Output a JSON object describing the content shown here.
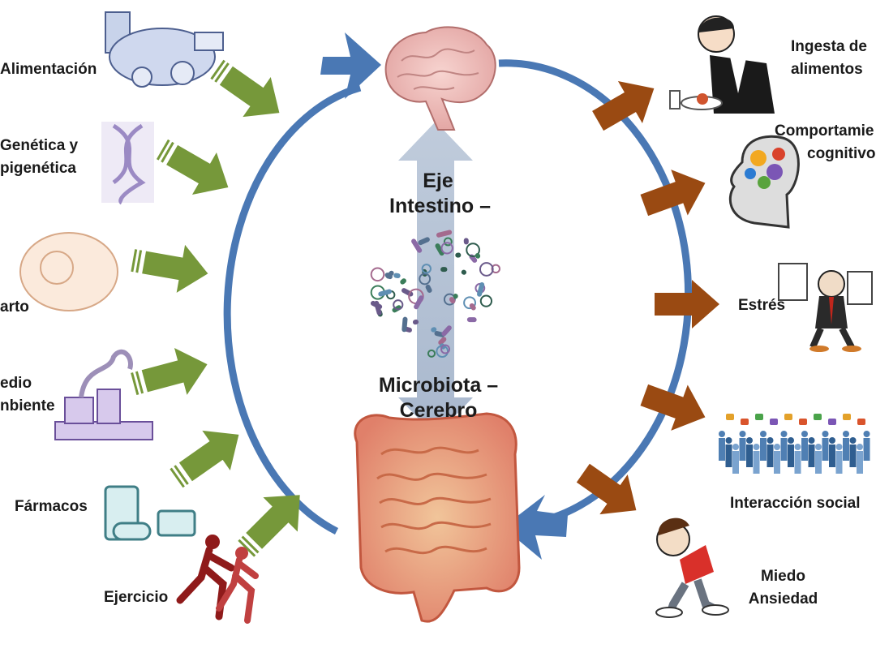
{
  "axis": {
    "line1": "Eje",
    "line2": "Intestino –",
    "line3": "Microbiota –",
    "line4": "Cerebro"
  },
  "inputs": [
    {
      "label": "Alimentación"
    },
    {
      "line1": "Genética y",
      "line2": "pigenética"
    },
    {
      "label": "arto"
    },
    {
      "line1": "edio",
      "line2": "nbiente"
    },
    {
      "label": "Fármacos"
    },
    {
      "label": "Ejercicio"
    }
  ],
  "outputs": [
    {
      "line1": "Ingesta de",
      "line2": "alimentos"
    },
    {
      "line1": "Comportamie",
      "line2": "cognitivo"
    },
    {
      "label": "Estrés"
    },
    {
      "label": "Interacción social"
    },
    {
      "line1": "Miedo",
      "line2": "Ansiedad"
    }
  ],
  "colors": {
    "cycle_arrow": "#4a78b4",
    "input_arrow": "#76983a",
    "output_arrow": "#9a4a12",
    "axis_arrow": "#a9b7cc",
    "brain": "#f2c4c1",
    "gut": "#e8957a"
  }
}
